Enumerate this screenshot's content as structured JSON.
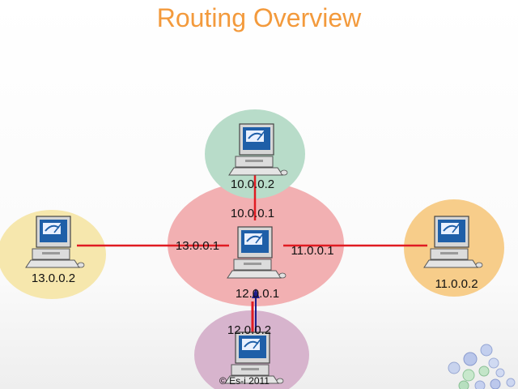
{
  "slide": {
    "title": "Routing Overview",
    "footer": "© Es-i 2011"
  },
  "nodes": {
    "router": {
      "labels": [
        "10.0.0.1",
        "11.0.0.1",
        "12.0.0.1",
        "13.0.0.1"
      ],
      "color": "#f2b0b2"
    },
    "top": {
      "label": "10.0.0.2",
      "color": "#b8dcc9"
    },
    "right": {
      "label": "11.0.0.2",
      "color": "#f7cd8a"
    },
    "bottom": {
      "label": "12.0.0.2",
      "color": "#d7b4cd"
    },
    "left": {
      "label": "13.0.0.2",
      "color": "#f6e7ad"
    }
  },
  "icons": {
    "node": "computer-icon",
    "logo": "dots-logo-icon"
  },
  "colors": {
    "link": "#e01b22",
    "arrow": "#1f1f8c",
    "title": "#f39a3c"
  }
}
